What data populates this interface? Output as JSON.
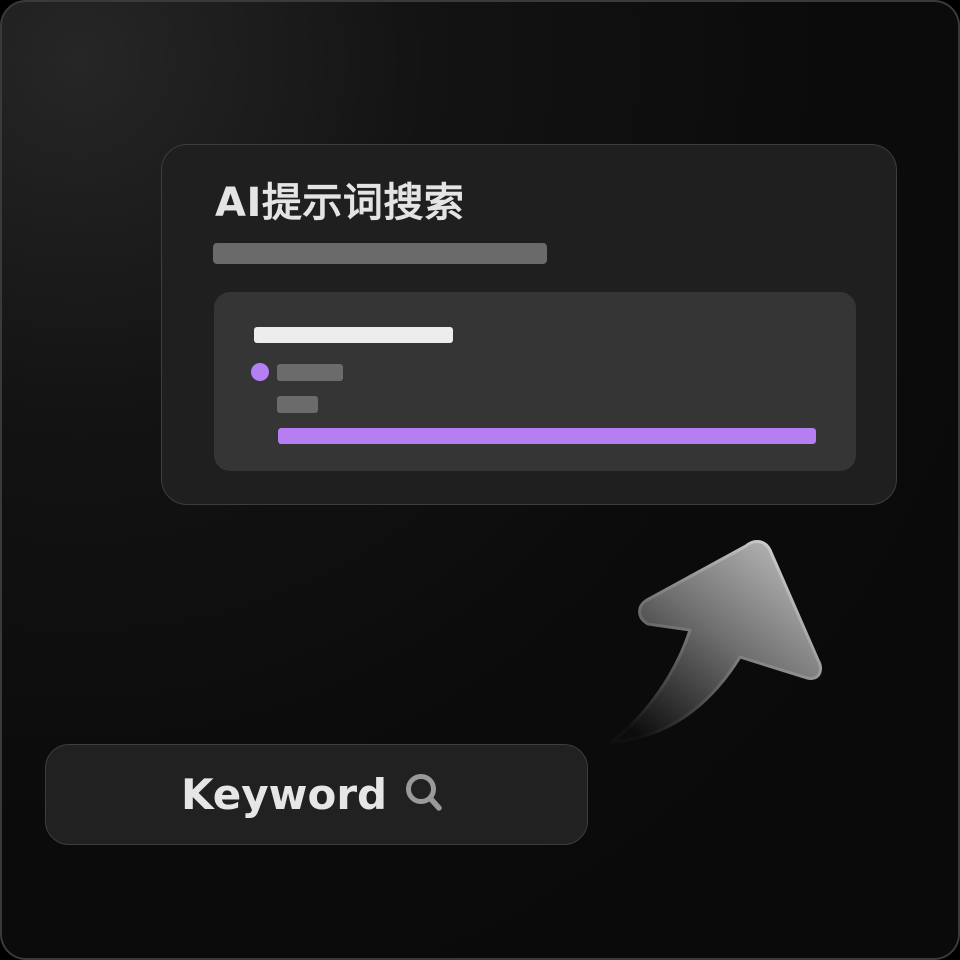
{
  "card": {
    "title": "AI提示词搜索",
    "result": {
      "progress_fraction": 1.0
    }
  },
  "search": {
    "value": "Keyword",
    "icon": "search-icon"
  },
  "colors": {
    "accent": "#b57ef2",
    "background": "#0a0a0a",
    "card": "#1f1f1f",
    "panel": "#353535",
    "text": "#e6e6e6"
  },
  "decorations": {
    "arrow_icon": "curved-arrow-up-right-icon"
  }
}
